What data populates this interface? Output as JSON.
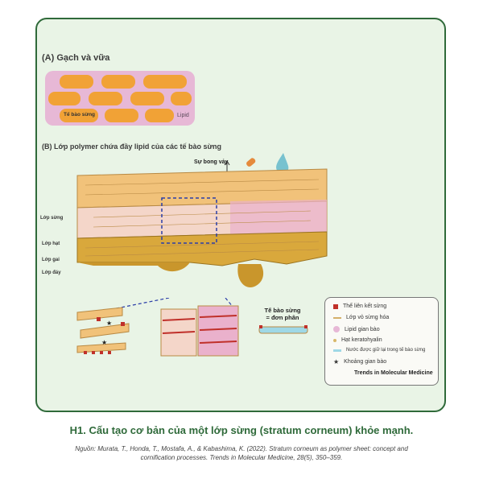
{
  "section_a": {
    "label": "(A) Gạch và vữa",
    "cell_label": "Tế bào sừng",
    "lipid_label": "Lipid"
  },
  "section_b": {
    "label": "(B) Lớp polymer chứa đầy lipid của các tế bào sừng",
    "desquamation_label": "Sự bong vảy"
  },
  "layers": [
    "Lớp sừng",
    "Lớp hạt",
    "Lớp gai",
    "Lớp đáy"
  ],
  "unit_label_line1": "Tế bào sừng",
  "unit_label_line2": "= đơn phân",
  "legend": [
    {
      "label": "Thể liên kết sừng",
      "icon": "corneodesmosome-square",
      "color": "#c0302a"
    },
    {
      "label": "Lớp vỏ sừng hóa",
      "icon": "cornified-envelope-line",
      "color": "#d4b06a"
    },
    {
      "label": "Lipid gian bào",
      "icon": "lipid-circle",
      "color": "#e7b8d6"
    },
    {
      "label": "Hạt keratohyalin",
      "icon": "dot",
      "color": "#d8b86a"
    },
    {
      "label": "Nước được giữ lại trong tế bào sừng",
      "icon": "water-bar",
      "color": "#9fd8e6"
    },
    {
      "label": "Khoảng gian bào",
      "icon": "star",
      "color": "#222222"
    }
  ],
  "brand": "Trends in Molecular Medicine",
  "caption": "H1. Cấu tạo cơ bản của một lớp sừng (stratum corneum) khỏe mạnh.",
  "source_line1": "Nguồn: Murata, T., Honda, T., Mostafa, A., & Kabashima, K. (2022). Stratum corneum as polymer sheet: concept and",
  "source_line2": "cornification processes. Trends in Molecular Medicine, 28(5), 350–359.",
  "colors": {
    "panel_bg": "#e9f4e6",
    "border": "#2f6a3a",
    "brick": "#f1a236",
    "lipid": "#e7b8d6",
    "granular": "#c9a13a"
  }
}
